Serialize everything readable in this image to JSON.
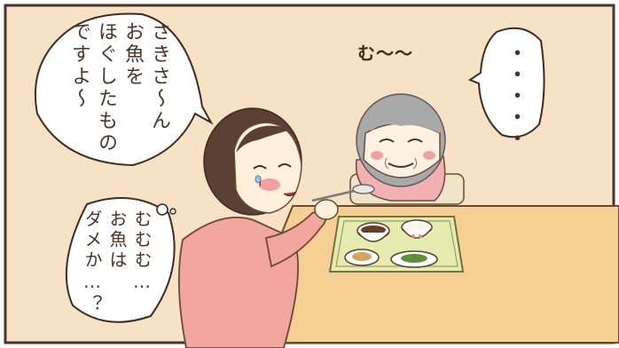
{
  "speech_bubble": {
    "lines": [
      "さきさ〜ん",
      "お魚を",
      "ほぐしたもの",
      "ですよ〜"
    ]
  },
  "thought_bubble": {
    "lines": [
      "むむむ…",
      "お魚は",
      "ダメか…？"
    ]
  },
  "dots_bubble": {
    "text": "・・・・・"
  },
  "sound_effect": {
    "text": "む〜〜"
  },
  "colors": {
    "background": "#f8e2c6",
    "table": "#f5cf94",
    "caregiver_shirt": "#f2a6a0",
    "tray": "#e6ebb0",
    "bib": "#f3b1b1"
  }
}
